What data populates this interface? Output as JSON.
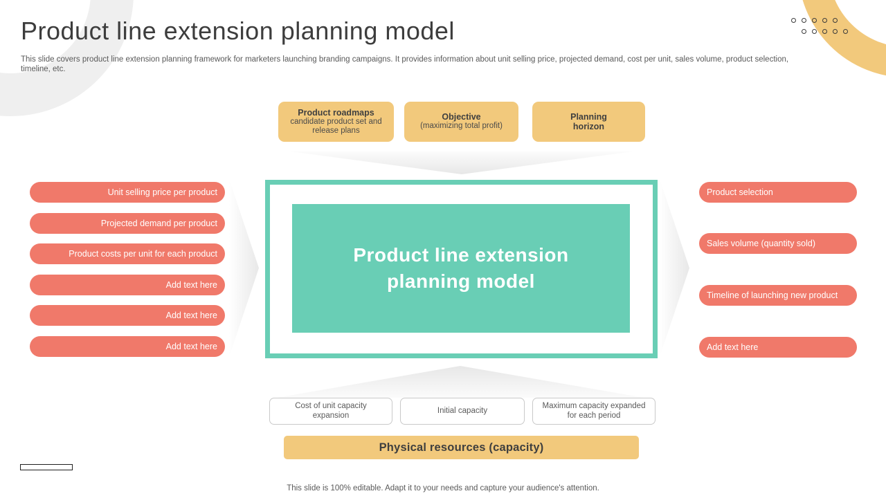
{
  "slide": {
    "title": "Product line extension planning model",
    "subtitle": "This slide covers product line extension planning framework for marketers launching branding campaigns. It provides information about unit selling price, projected demand, cost per unit, sales volume, product selection, timeline, etc.",
    "footer": "This slide is 100% editable. Adapt it to your needs and capture your audience's attention."
  },
  "top_boxes": [
    {
      "title": "Product roadmaps",
      "subtitle": "candidate product set and release plans"
    },
    {
      "title": "Objective",
      "subtitle": "(maximizing total profit)"
    },
    {
      "title": "Planning horizon",
      "subtitle": ""
    }
  ],
  "center": {
    "label": "Product line extension planning model"
  },
  "left_pills": [
    "Unit selling price per product",
    "Projected demand per product",
    "Product costs per unit for each product",
    "Add text here",
    "Add text here",
    "Add text here"
  ],
  "right_pills": [
    "Product selection",
    "Sales volume (quantity sold)",
    "Timeline of launching new product",
    "Add text here"
  ],
  "bottom_boxes": [
    "Cost of unit capacity expansion",
    "Initial capacity",
    "Maximum capacity expanded for each period"
  ],
  "capacity_bar": "Physical resources (capacity)",
  "colors": {
    "yellow": "#f2c97c",
    "salmon": "#f0796a",
    "teal": "#69ceb5",
    "title_text": "#3d3d3d",
    "body_text": "#595959"
  }
}
